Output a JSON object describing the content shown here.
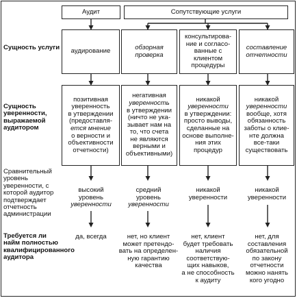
{
  "header": {
    "audit": "Аудит",
    "related": "Сопутствующие услуги"
  },
  "rows": {
    "essence_services": "Сущность услуги",
    "essence_assurance": "Сущность уверенности, выражаемой аудитором",
    "comparative_level": "Сравнительный уровень уверенности, с которой аудитор подтверждает отчетность администрации",
    "qualified_required": "Требуется ли найм полностью квалифицированного аудитора"
  },
  "services": [
    {
      "service": "аудирование",
      "assurance_lines": [
        "позитивная",
        "уверенность",
        "в утверждении",
        "(предоставля-",
        "ется мнение",
        "о верности и",
        "объективности",
        "отчетности)"
      ],
      "level_lines": [
        "высокий",
        "уровень",
        "уверенности"
      ],
      "qualified_lines": [
        "да, всегда"
      ]
    },
    {
      "service": "обзорная проверка",
      "assurance_lines": [
        "негативная",
        "уверенность",
        "в утверждении",
        "(ничто не ука-",
        "зывает нам на",
        "то, что счета",
        "не являются",
        "верными и",
        "объективными)"
      ],
      "level_lines": [
        "средний",
        "уровень",
        "уверенности"
      ],
      "qualified_lines": [
        "нет, но клиент",
        "может претендо-",
        "вать на определен-",
        "ную гарантию",
        "качества"
      ]
    },
    {
      "service": "консультирова-ние и согласо-ванные с клиентом процедуры",
      "assurance_lines": [
        "никакой",
        "уверенности",
        "в утверждении:",
        "просто выводы,",
        "сделанные на",
        "основе выполне-",
        "ния этих",
        "процедур"
      ],
      "level_lines": [
        "никакой",
        "уверенности"
      ],
      "qualified_lines": [
        "нет, клиент",
        "будет требовать",
        "наличия",
        "соответствую-",
        "щих навыков,",
        "а не способность",
        "к аудиту"
      ]
    },
    {
      "service": "составление отчетности",
      "assurance_lines": [
        "никакой",
        "уверенности",
        "вообще, хотя",
        "обязанность",
        "заботы о клие-",
        "нте должна",
        "все-таки",
        "существовать"
      ],
      "level_lines": [
        "никакой",
        "уверенности"
      ],
      "qualified_lines": [
        "нет, для",
        "составления",
        "обязательной",
        "по закону",
        "отчетности",
        "можно нанять",
        "кого угодно"
      ]
    }
  ]
}
